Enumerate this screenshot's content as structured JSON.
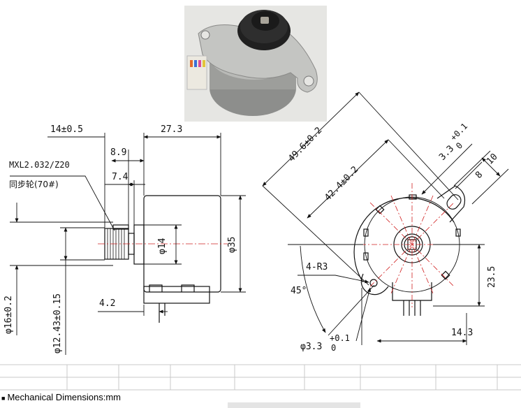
{
  "photo": {
    "description_icon": "motor-photo"
  },
  "side_view": {
    "dim_overall_left": "14±0.5",
    "dim_body": "27.3",
    "dim_flange": "8.9",
    "dim_shaft": "7.4",
    "pulley_spec": "MXL2.032/Z20",
    "pulley_name": "同步轮(70#)",
    "dim_hub": "φ14",
    "dim_body_dia": "φ35",
    "dim_offset": "4.2",
    "dim_pulley_od": "φ16±0.2",
    "dim_pulley_pitch": "φ12.43±0.15"
  },
  "front_view": {
    "dim_mount_spacing": "49.6±0.2",
    "dim_inner": "42.4±0.2",
    "dim_slot": "3.3",
    "dim_slot_tol": "+0.1",
    "dim_slot_tol_lower": "0",
    "dim_slot_len": "10",
    "dim_slot_w": "8",
    "dim_radius": "4-R3",
    "dim_angle": "45°",
    "dim_height": "23.5",
    "dim_hole": "φ3.3",
    "dim_hole_tol": "+0.1",
    "dim_hole_tol_lower": "0",
    "dim_wire_offset": "14.3"
  },
  "footer": {
    "caption": "Mechanical Dimensions:mm"
  }
}
